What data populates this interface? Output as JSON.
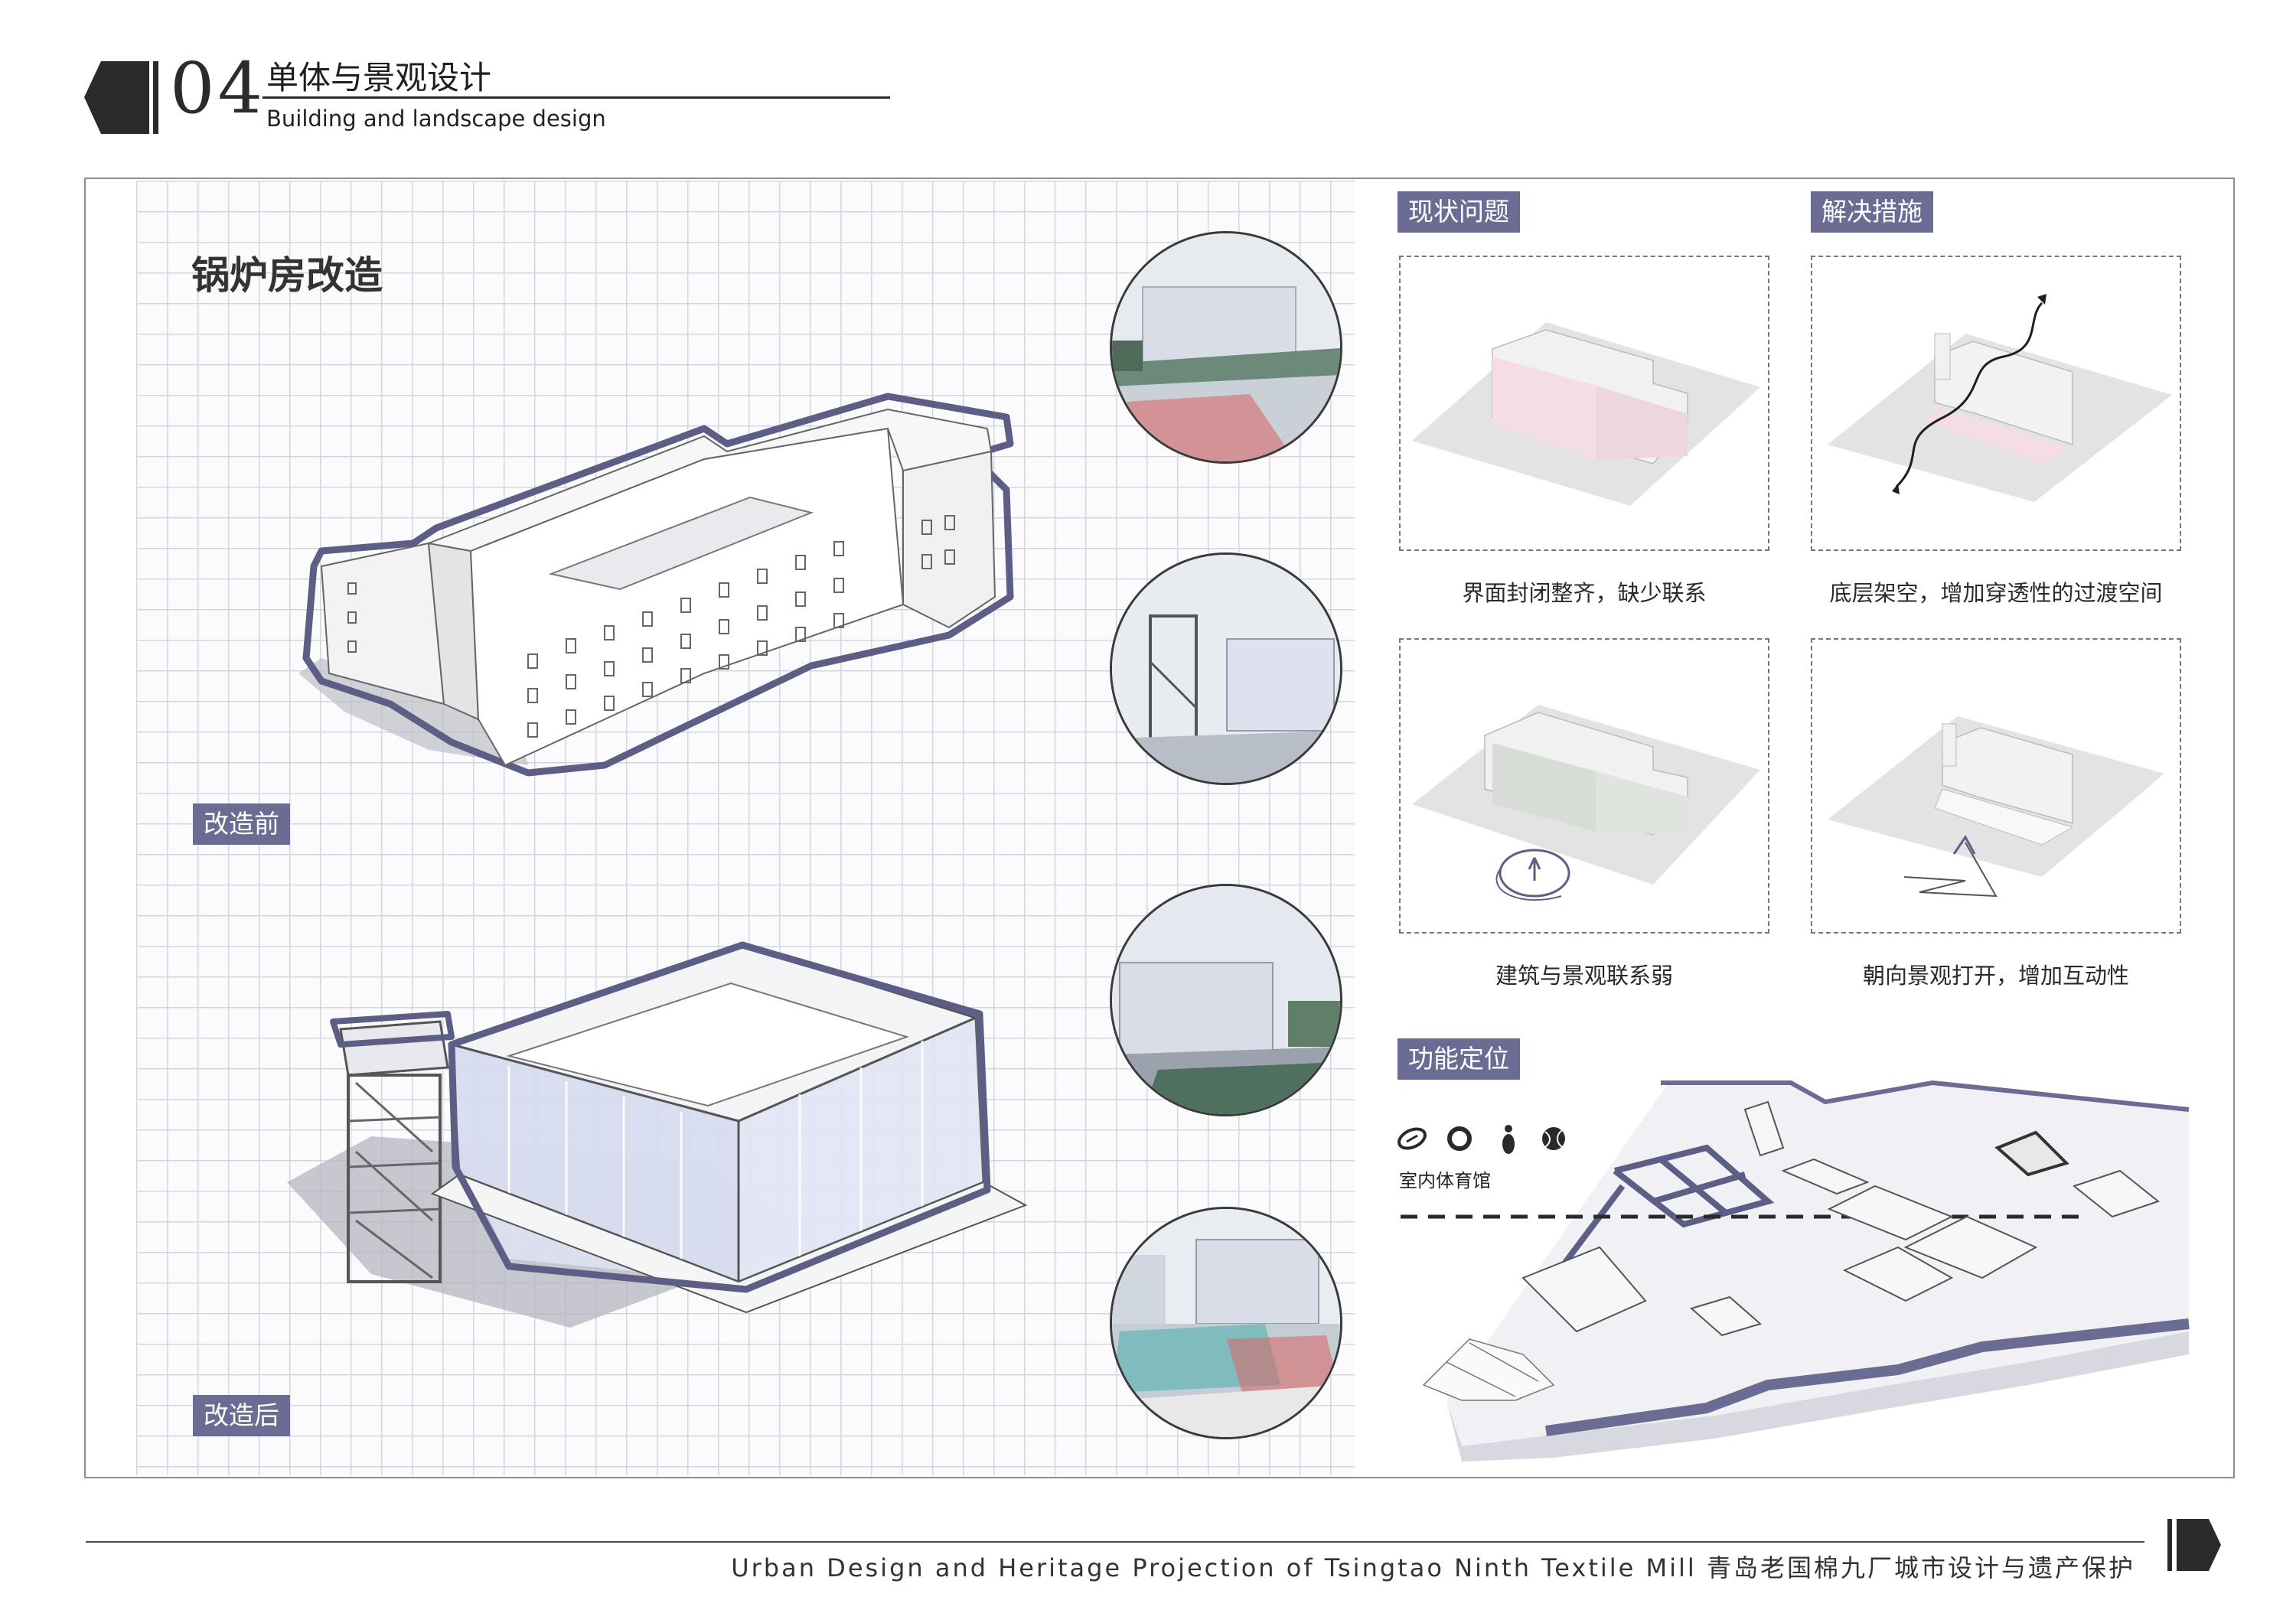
{
  "header": {
    "section_number": "04",
    "title_cn": "单体与景观设计",
    "title_en": "Building and landscape design"
  },
  "main": {
    "title": "锅炉房改造",
    "label_before": "改造前",
    "label_after": "改造后"
  },
  "analysis": {
    "current_issues_tag": "现状问题",
    "solutions_tag": "解决措施",
    "captions": [
      "界面封闭整齐，缺少联系",
      "底层架空，增加穿透性的过渡空间",
      "建筑与景观联系弱",
      "朝向景观打开，增加互动性"
    ]
  },
  "function": {
    "tag": "功能定位",
    "sports_label": "室内体育馆",
    "icons": [
      "football-icon",
      "ring-icon",
      "bowling-icon",
      "tennis-ball-icon"
    ]
  },
  "footer": {
    "text": "Urban Design and Heritage Projection of Tsingtao Ninth Textile Mill    青岛老国棉九厂城市设计与遗产保护"
  },
  "colors": {
    "accent": "#6b6c93",
    "outline": "#5d5e86",
    "dark": "#2a2a2a"
  }
}
